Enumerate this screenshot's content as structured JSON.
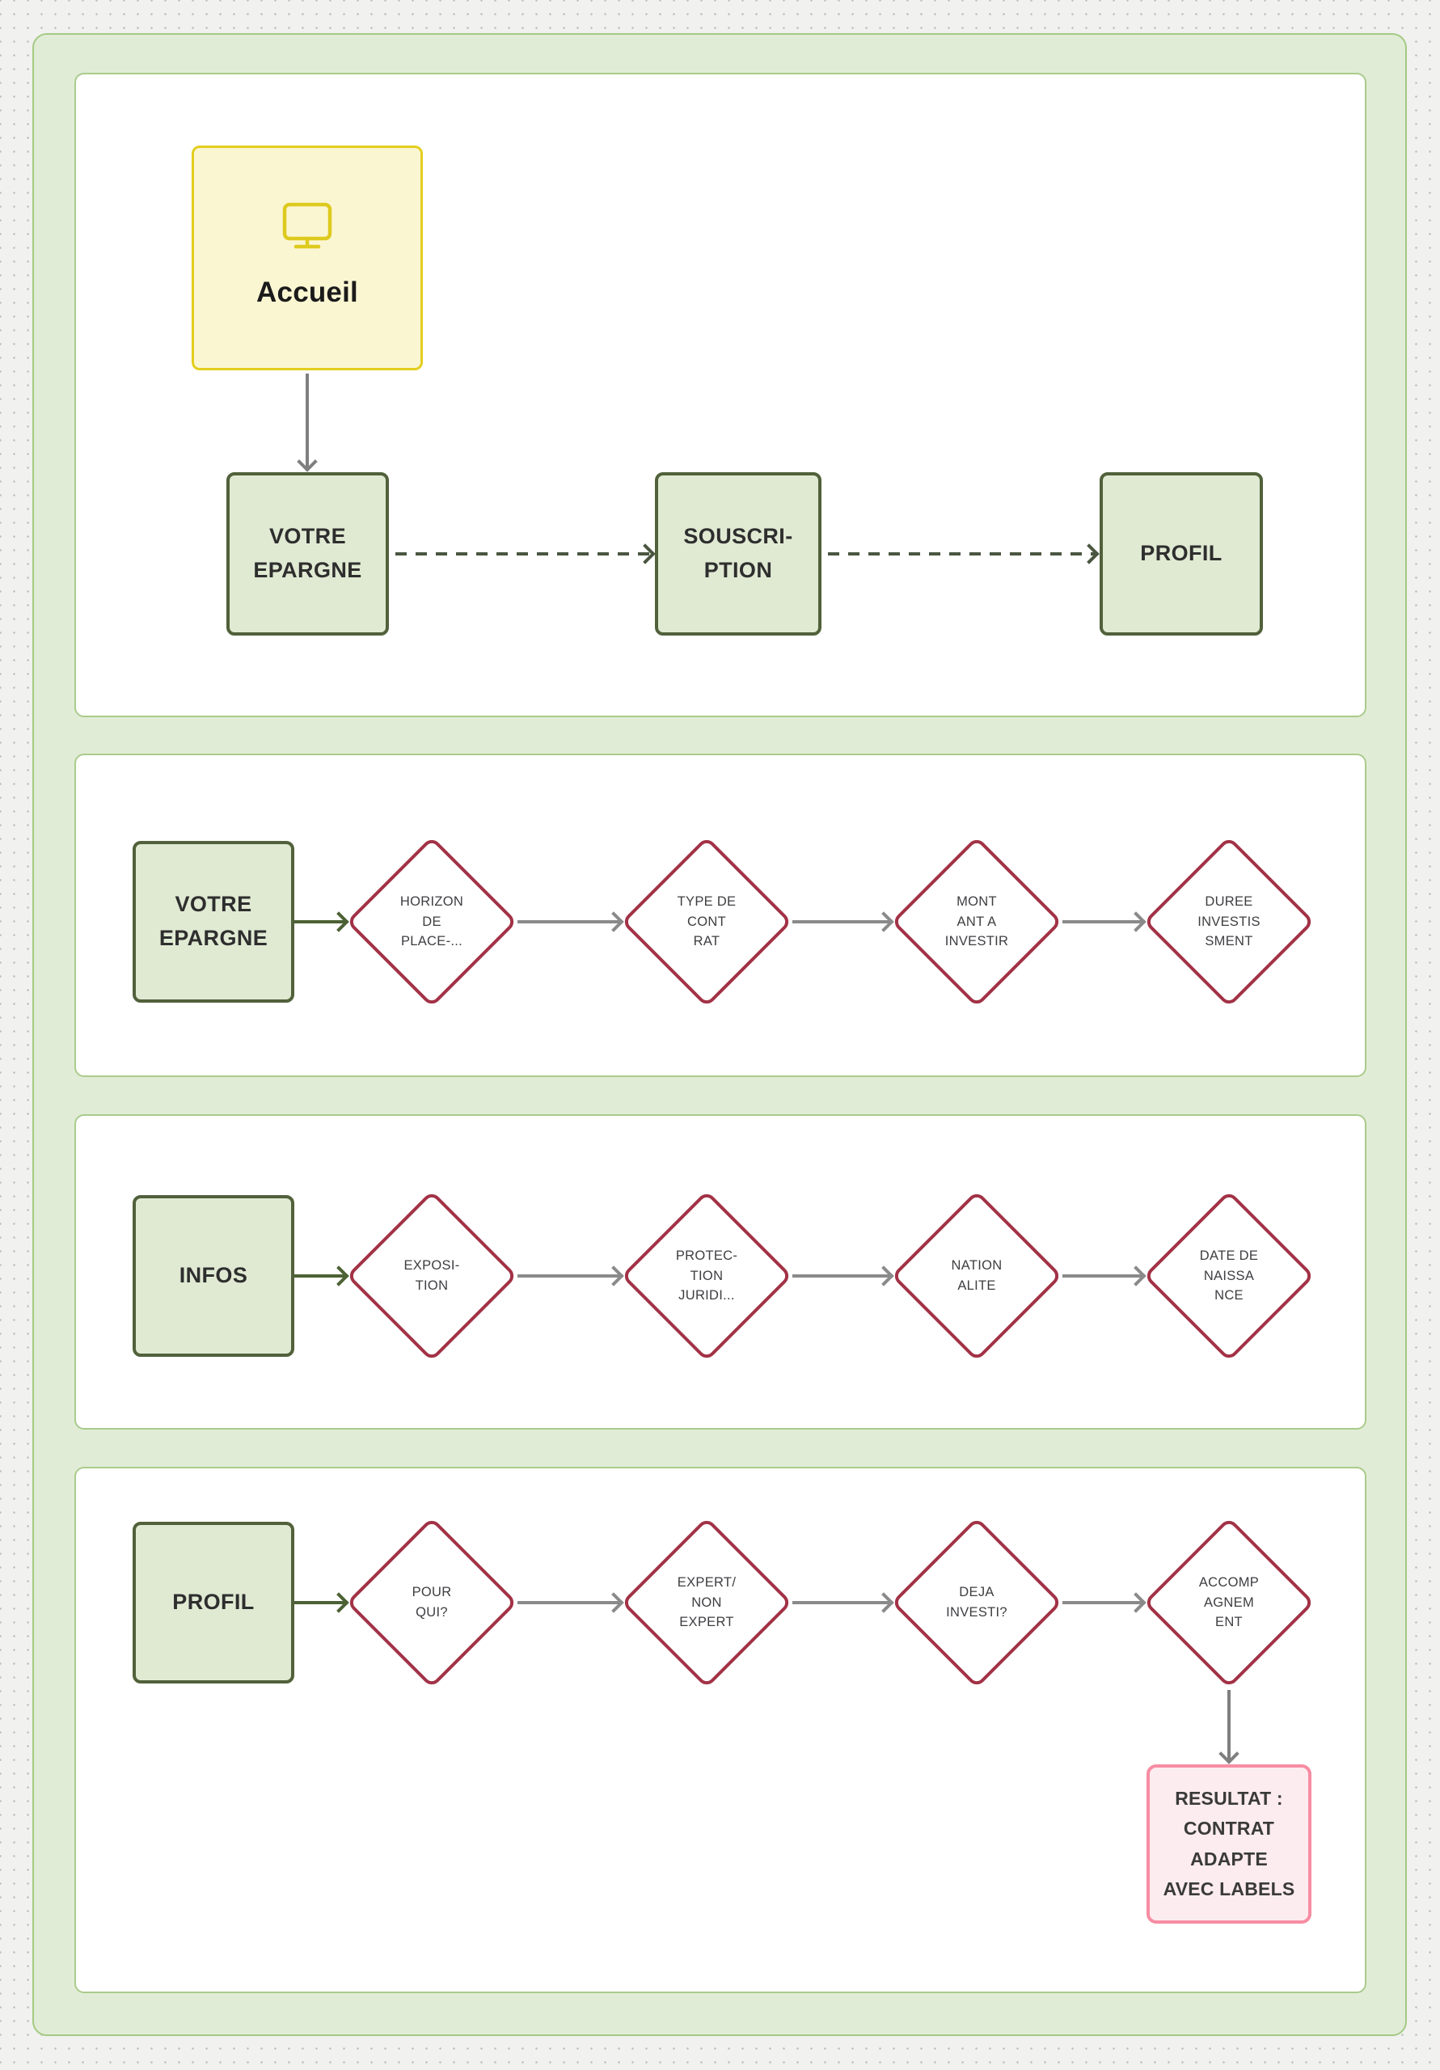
{
  "board": {
    "kind": "flowchart"
  },
  "overview": {
    "home": {
      "label": "Accueil",
      "icon": "monitor-icon"
    },
    "nodes": [
      {
        "label": "VOTRE\nEPARGNE"
      },
      {
        "label": "SOUSCRI-\nPTION"
      },
      {
        "label": "PROFIL"
      }
    ]
  },
  "sections": [
    {
      "source": "VOTRE\nEPARGNE",
      "diamonds": [
        "HORIZON\nDE\nPLACE-...",
        "TYPE DE\nCONT\nRAT",
        "MONT\nANT A\nINVESTIR",
        "DUREE\nINVESTIS\nSMENT"
      ]
    },
    {
      "source": "INFOS",
      "diamonds": [
        "EXPOSI-\nTION",
        "PROTEC-\nTION\nJURIDI...",
        "NATION\nALITE",
        "DATE DE\nNAISSA\nNCE"
      ]
    },
    {
      "source": "PROFIL",
      "diamonds": [
        "POUR\nQUI?",
        "EXPERT/\nNON\nEXPERT",
        "DEJA\nINVESTI?",
        "ACCOMP\nAGNEM\nENT"
      ],
      "result": {
        "label": "RESULTAT :\nCONTRAT\nADAPTE\nAVEC LABELS"
      }
    }
  ],
  "colors": {
    "page_bg": "#f1f1ef",
    "dot_grid": "#bfbfbd",
    "board_bg": "#e1ecd6",
    "board_border": "#a3c983",
    "panel_border": "#a9cb8b",
    "yellow_fill": "#fbf6d2",
    "yellow_border": "#e3ce1e",
    "green_fill": "#e0ead3",
    "green_border": "#51613b",
    "diamond_border": "#a23246",
    "pink_fill": "#fdecef",
    "pink_border": "#f78da3",
    "arrow_gray": "#8a8a8a",
    "arrow_green": "#4c6134",
    "arrow_dashed": "#4a5640"
  }
}
